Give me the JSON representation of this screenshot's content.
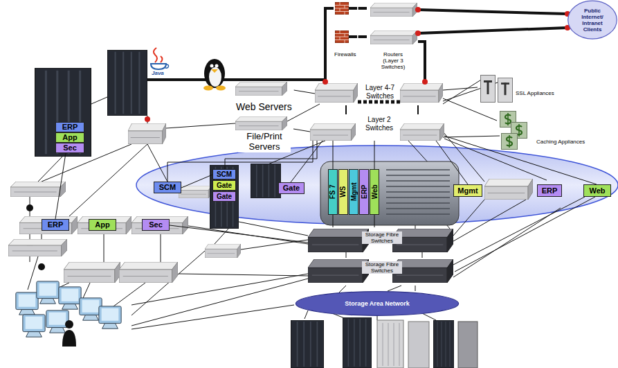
{
  "diagram": {
    "nodes": [
      {
        "text": [
          "Public Internet/ Intranet Clients"
        ]
      },
      {
        "text": [
          "Firewalls"
        ]
      },
      {
        "text": [
          "Routers (Layer 3 Switches)"
        ]
      },
      {
        "text": [
          "SSL Appliances"
        ]
      },
      {
        "text": [
          "Layer 4-7 Switches"
        ]
      },
      {
        "text": [
          "Web Servers"
        ]
      },
      {
        "text": [
          "ERP"
        ]
      },
      {
        "text": [
          "App"
        ]
      },
      {
        "text": [
          "Sec"
        ]
      },
      {
        "text": [
          "Layer 2 Switches"
        ]
      },
      {
        "text": [
          "File/Print Servers"
        ]
      },
      {
        "text": [
          "Caching Appliances"
        ]
      },
      {
        "text": [
          "SCM"
        ]
      },
      {
        "text": [
          "SCM"
        ]
      },
      {
        "text": [
          "Gate"
        ]
      },
      {
        "text": [
          "Gate"
        ]
      },
      {
        "text": [
          "Gate"
        ]
      },
      {
        "text": [
          "FS 7"
        ]
      },
      {
        "text": [
          "WS"
        ]
      },
      {
        "text": [
          "Mgmt"
        ]
      },
      {
        "text": [
          "ERP"
        ]
      },
      {
        "text": [
          "Web"
        ]
      },
      {
        "text": [
          "Mgmt"
        ]
      },
      {
        "text": [
          "ERP"
        ]
      },
      {
        "text": [
          "Web"
        ]
      },
      {
        "text": [
          "ERP"
        ]
      },
      {
        "text": [
          "App"
        ]
      },
      {
        "text": [
          "Sec"
        ]
      },
      {
        "text": [
          "Storage Fibre Switches"
        ]
      },
      {
        "text": [
          "Storage Fibre Switches"
        ]
      },
      {
        "text": [
          "Storage Area Network"
        ]
      }
    ],
    "edges": [
      {
        "from": 1,
        "to": 2,
        "arrow": "none"
      },
      {
        "from": 1,
        "to": 2,
        "arrow": "none"
      },
      {
        "from": 2,
        "to": 0,
        "arrow": "none"
      },
      {
        "from": 2,
        "to": 0,
        "arrow": "none"
      },
      {
        "from": 1,
        "to": 4,
        "arrow": "none"
      },
      {
        "from": 2,
        "to": 4,
        "arrow": "none"
      },
      {
        "from": 4,
        "to": 3,
        "arrow": "none"
      },
      {
        "from": 4,
        "to": 11,
        "arrow": "none"
      },
      {
        "from": 4,
        "to": 9,
        "arrow": "none"
      },
      {
        "from": 4,
        "to": 9,
        "arrow": "none"
      },
      {
        "from": 4,
        "to": 5,
        "arrow": "none"
      },
      {
        "from": 9,
        "to": 10,
        "arrow": "none"
      },
      {
        "from": 9,
        "to": 17,
        "arrow": "none"
      },
      {
        "from": 9,
        "to": 21,
        "arrow": "none"
      },
      {
        "from": 9,
        "to": 22,
        "arrow": "none"
      },
      {
        "from": 9,
        "to": 24,
        "arrow": "none"
      },
      {
        "from": 9,
        "to": 13,
        "arrow": "none"
      },
      {
        "from": 9,
        "to": 12,
        "arrow": "none"
      },
      {
        "from": 9,
        "to": 16,
        "arrow": "none"
      },
      {
        "from": 17,
        "to": 28,
        "arrow": "none"
      },
      {
        "from": 21,
        "to": 28,
        "arrow": "none"
      },
      {
        "from": 29,
        "to": 30,
        "arrow": "none"
      },
      {
        "from": 8,
        "to": 25,
        "arrow": "none"
      },
      {
        "from": 27,
        "to": 28,
        "arrow": "none"
      },
      {
        "from": 12,
        "to": 13,
        "arrow": "none"
      },
      {
        "from": 24,
        "to": 29,
        "arrow": "none"
      }
    ],
    "labels": [
      "Java"
    ]
  }
}
